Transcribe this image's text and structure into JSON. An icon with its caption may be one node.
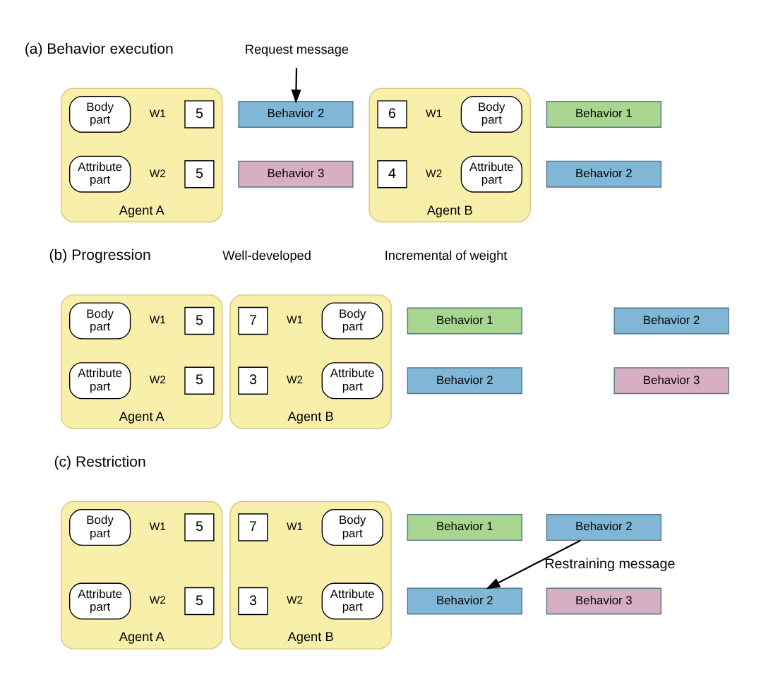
{
  "diagram": {
    "nodes": [
      {
        "text": [
          "Agent A"
        ]
      },
      {
        "text": [
          "Body part"
        ],
        "in": 0
      },
      {
        "text": [
          "5"
        ],
        "in": 0
      },
      {
        "text": [
          "Behavior 1"
        ]
      },
      {
        "text": [
          "Attribute part"
        ],
        "in": 0
      },
      {
        "text": [
          "5"
        ],
        "in": 0
      },
      {
        "text": [
          "Behavior 2"
        ]
      },
      {
        "text": [
          "Request message"
        ]
      },
      {
        "text": [
          "Agent B"
        ]
      },
      {
        "text": [
          "Behavior 2"
        ]
      },
      {
        "text": [
          "6"
        ],
        "in": 8
      },
      {
        "text": [
          "Body part"
        ],
        "in": 8
      },
      {
        "text": [
          "Behavior 3"
        ]
      },
      {
        "text": [
          "4"
        ],
        "in": 8
      },
      {
        "text": [
          "Attribute part"
        ],
        "in": 8
      },
      {
        "text": [
          "Agent A"
        ]
      },
      {
        "text": [
          "Body part"
        ],
        "in": 15
      },
      {
        "text": [
          "5"
        ],
        "in": 15
      },
      {
        "text": [
          "Behavior 1"
        ]
      },
      {
        "text": [
          "Attribute part"
        ],
        "in": 15
      },
      {
        "text": [
          "5"
        ],
        "in": 15
      },
      {
        "text": [
          "Behavior 2"
        ]
      },
      {
        "text": [
          "Agent B"
        ]
      },
      {
        "text": [
          "Behavior 2"
        ]
      },
      {
        "text": [
          "7"
        ],
        "in": 22
      },
      {
        "text": [
          "Body part"
        ],
        "in": 22
      },
      {
        "text": [
          "Behavior 3"
        ]
      },
      {
        "text": [
          "3"
        ],
        "in": 22
      },
      {
        "text": [
          "Attribute part"
        ],
        "in": 22
      },
      {
        "text": [
          "Agent A"
        ]
      },
      {
        "text": [
          "Body part"
        ],
        "in": 29
      },
      {
        "text": [
          "5"
        ],
        "in": 29
      },
      {
        "text": [
          "Behavior 1"
        ]
      },
      {
        "text": [
          "Attribute part"
        ],
        "in": 29
      },
      {
        "text": [
          "5"
        ],
        "in": 29
      },
      {
        "text": [
          "Behavior 2"
        ]
      },
      {
        "text": [
          "Agent B"
        ]
      },
      {
        "text": [
          "Behavior 2"
        ]
      },
      {
        "text": [
          "7"
        ],
        "in": 36
      },
      {
        "text": [
          "Body part"
        ],
        "in": 36
      },
      {
        "text": [
          "Behavior 3"
        ]
      },
      {
        "text": [
          "3"
        ],
        "in": 36
      },
      {
        "text": [
          "Attribute part"
        ],
        "in": 36
      }
    ],
    "edges": [
      {
        "from": 7,
        "to": 9,
        "arrow": "to"
      },
      {
        "from": 37,
        "to": 35,
        "arrow": "to",
        "label": "Restraining message"
      }
    ],
    "labels": [
      "(a) Behavior execution",
      "W1",
      "W1",
      "W2",
      "W2",
      "(b) Progression",
      "Well-developed",
      "Incremental of weight",
      "W1",
      "W1",
      "W2",
      "W2",
      "(c) Restriction",
      "W1",
      "W1",
      "W2",
      "W2"
    ]
  }
}
